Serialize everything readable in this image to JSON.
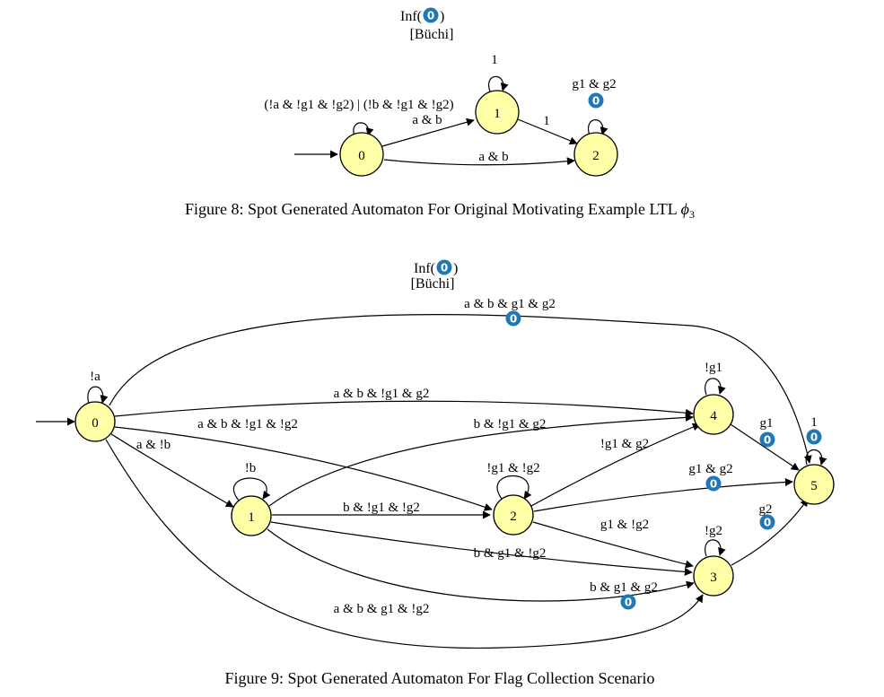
{
  "figure8": {
    "acceptance": {
      "prefix": "Inf(",
      "mark": "0",
      "suffix": ")",
      "type": "[Büchi]"
    },
    "states": [
      "0",
      "1",
      "2"
    ],
    "labels": {
      "loop0": "(!a & !g1 & !g2) | (!b & !g1 & !g2)",
      "loop1": "1",
      "loop2": "g1 & g2",
      "e01": "a & b",
      "e02": "a & b",
      "e12": "1"
    },
    "marks": {
      "loop2": "0"
    },
    "caption": {
      "text": "Figure 8: Spot Generated Automaton For Original Motivating Example LTL ",
      "symbol": "ϕ",
      "sub": "3"
    }
  },
  "figure9": {
    "acceptance": {
      "prefix": "Inf(",
      "mark": "0",
      "suffix": ")",
      "type": "[Büchi]"
    },
    "states": [
      "0",
      "1",
      "2",
      "3",
      "4",
      "5"
    ],
    "labels": {
      "loop0": "!a",
      "loop1": "!b",
      "loop2": "!g1 & !g2",
      "loop3": "!g2",
      "loop4": "!g1",
      "loop5": "1",
      "e05": "a & b & g1 & g2",
      "e04": "a & b & !g1 & g2",
      "e02": "a & b & !g1 & !g2",
      "e01": "a & !b",
      "e03": "a & b & g1 & !g2",
      "e14": "b & !g1 & g2",
      "e12": "b & !g1 & !g2",
      "e13a": "b & g1 & !g2",
      "e13b": "b & g1 & g2",
      "e24": "!g1 & g2",
      "e25": "g1 & g2",
      "e23": "g1 & !g2",
      "e45": "g1",
      "e35": "g2"
    },
    "marks": {
      "e05": "0",
      "e13b": "0",
      "e25": "0",
      "e45": "0",
      "e35": "0",
      "loop5": "0"
    },
    "caption": {
      "text": "Figure 9: Spot Generated Automaton For Flag Collection Scenario"
    }
  }
}
